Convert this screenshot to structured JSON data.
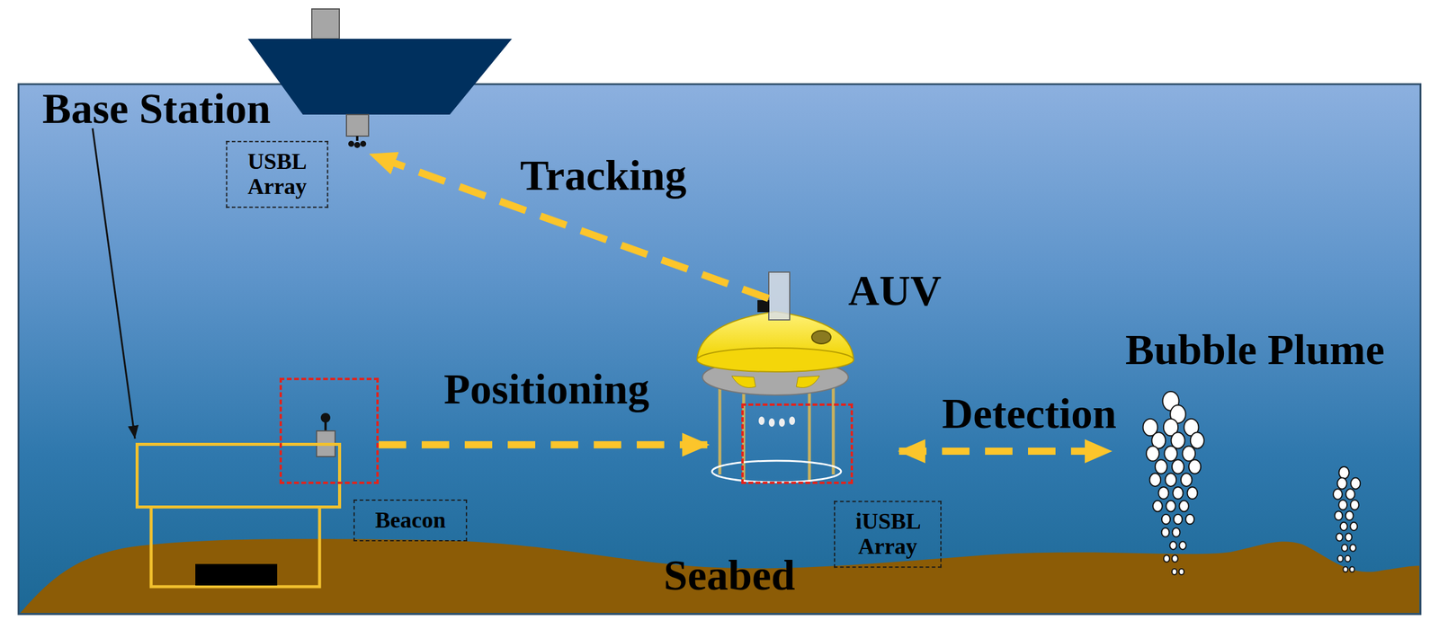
{
  "diagram": {
    "nodes": [
      {
        "text": [
          "USBL Array"
        ]
      },
      {
        "text": [
          "Base Station"
        ]
      },
      {
        "text": [
          "Beacon"
        ]
      },
      {
        "text": [
          "AUV"
        ]
      },
      {
        "text": [
          "iUSBL Array"
        ],
        "in": 3
      },
      {
        "text": [
          "Bubble Plume"
        ]
      }
    ],
    "edges": [
      {
        "from": 3,
        "to": 0,
        "arrow": "to",
        "label": "Tracking"
      },
      {
        "from": 2,
        "to": 4,
        "arrow": "to",
        "label": "Positioning"
      },
      {
        "from": 3,
        "to": 5,
        "arrow": "both",
        "label": "Detection"
      }
    ],
    "labels": [
      "Seabed"
    ]
  }
}
